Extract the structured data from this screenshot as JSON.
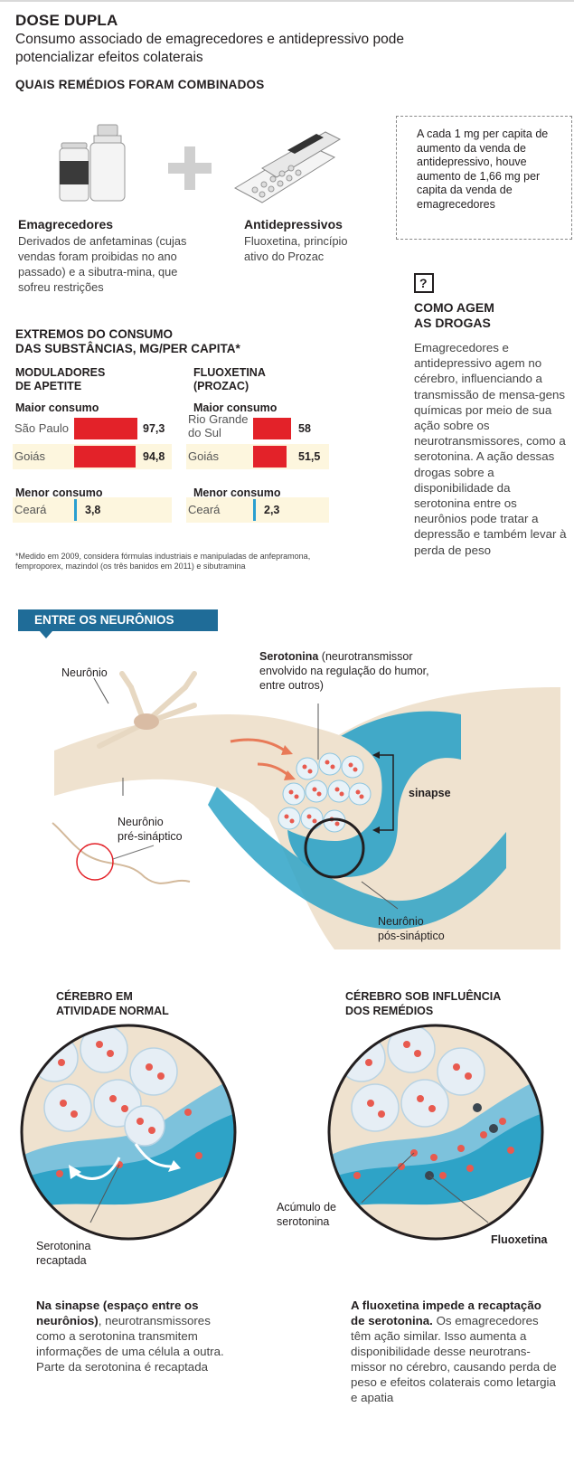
{
  "header": {
    "title": "DOSE DUPLA",
    "subtitle": "Consumo associado de emagrecedores e antidepressivo pode potencializar efeitos colaterais"
  },
  "combined": {
    "title": "QUAIS REMÉDIOS FORAM COMBINADOS",
    "slimmers": {
      "name": "Emagrecedores",
      "description": "Derivados de anfetaminas (cujas vendas foram proibidas no ano passado) e a sibutra-mina, que sofreu restrições"
    },
    "antidepressants": {
      "name": "Antidepressivos",
      "description": "Fluoxetina, princípio ativo do Prozac"
    }
  },
  "infobox": "A cada 1 mg per capita de aumento da venda de antidepressivo, houve aumento de 1,66 mg per capita da venda de emagrecedores",
  "how": {
    "title_line1": "COMO AGEM",
    "title_line2": "AS DROGAS",
    "body": "Emagrecedores e antidepressivo agem no cérebro, influenciando a transmissão de mensa-gens químicas por meio de sua ação sobre os neurotransmissores, como a serotonina. A ação dessas drogas sobre a disponibilidade da serotonina entre os neurônios pode tratar a depressão e também levar à perda de peso"
  },
  "extremes": {
    "title_line1": "EXTREMOS DO CONSUMO",
    "title_line2": "DAS SUBSTÂNCIAS, MG/PER CAPITA*",
    "max_label": "Maior consumo",
    "min_label": "Menor consumo",
    "footnote": "*Medido em 2009, considera fórmulas industriais e manipuladas de anfepramona, femproporex, mazindol (os três banidos em 2011) e sibutramina"
  },
  "chart_data": [
    {
      "type": "bar",
      "title": "MODULADORES DE APETITE",
      "series": [
        {
          "name": "Maior consumo",
          "categories": [
            "São Paulo",
            "Goiás"
          ],
          "values": [
            97.3,
            94.8
          ],
          "labels": [
            "97,3",
            "94,8"
          ]
        },
        {
          "name": "Menor consumo",
          "categories": [
            "Ceará"
          ],
          "values": [
            3.8
          ],
          "labels": [
            "3,8"
          ]
        }
      ],
      "unit": "mg/per capita",
      "bar_color": "#e32229",
      "min_bar_color": "#2a9fd0"
    },
    {
      "type": "bar",
      "title": "FLUOXETINA (PROZAC)",
      "series": [
        {
          "name": "Maior consumo",
          "categories": [
            "Rio Grande do Sul",
            "Goiás"
          ],
          "values": [
            58,
            51.5
          ],
          "labels": [
            "58",
            "51,5"
          ]
        },
        {
          "name": "Menor consumo",
          "categories": [
            "Ceará"
          ],
          "values": [
            2.3
          ],
          "labels": [
            "2,3"
          ]
        }
      ],
      "unit": "mg/per capita",
      "bar_color": "#e32229",
      "min_bar_color": "#2a9fd0"
    }
  ],
  "neurons": {
    "banner": "ENTRE OS NEURÔNIOS",
    "neuron_label": "Neurônio",
    "serotonin_bold": "Serotonina",
    "serotonin_text": "(neurotransmissor envolvido na regulação do humor, entre outros)",
    "synapse": "sinapse",
    "pre_line1": "Neurônio",
    "pre_line2": "pré-sináptico",
    "post_line1": "Neurônio",
    "post_line2": "pós-sináptico"
  },
  "brains": {
    "normal_line1": "CÉREBRO EM",
    "normal_line2": "ATIVIDADE NORMAL",
    "drugs_line1": "CÉREBRO SOB INFLUÊNCIA",
    "drugs_line2": "DOS REMÉDIOS",
    "recaptured_line1": "Serotonina",
    "recaptured_line2": "recaptada",
    "accum_line1": "Acúmulo de",
    "accum_line2": "serotonina",
    "fluoxetine": "Fluoxetina",
    "normal_text_bold": "Na sinapse (espaço entre os neurônios)",
    "normal_text": ", neurotransmissores como a serotonina transmitem informações de uma célula a outra. Parte da serotonina é recaptada",
    "drugs_text_bold": "A fluoxetina impede a recaptação de serotonina.",
    "drugs_text": " Os emagrecedores têm ação similar. Isso aumenta a disponibilidade desse neurotrans-missor no cérebro, causando perda de peso e efeitos colaterais como letargia e apatia"
  },
  "colors": {
    "accent_red": "#e32229",
    "banner_blue": "#1f6c98",
    "synapse_blue": "#2ea3c7",
    "neuron_beige": "#efe2cf",
    "table_shade": "#fdf6de"
  }
}
